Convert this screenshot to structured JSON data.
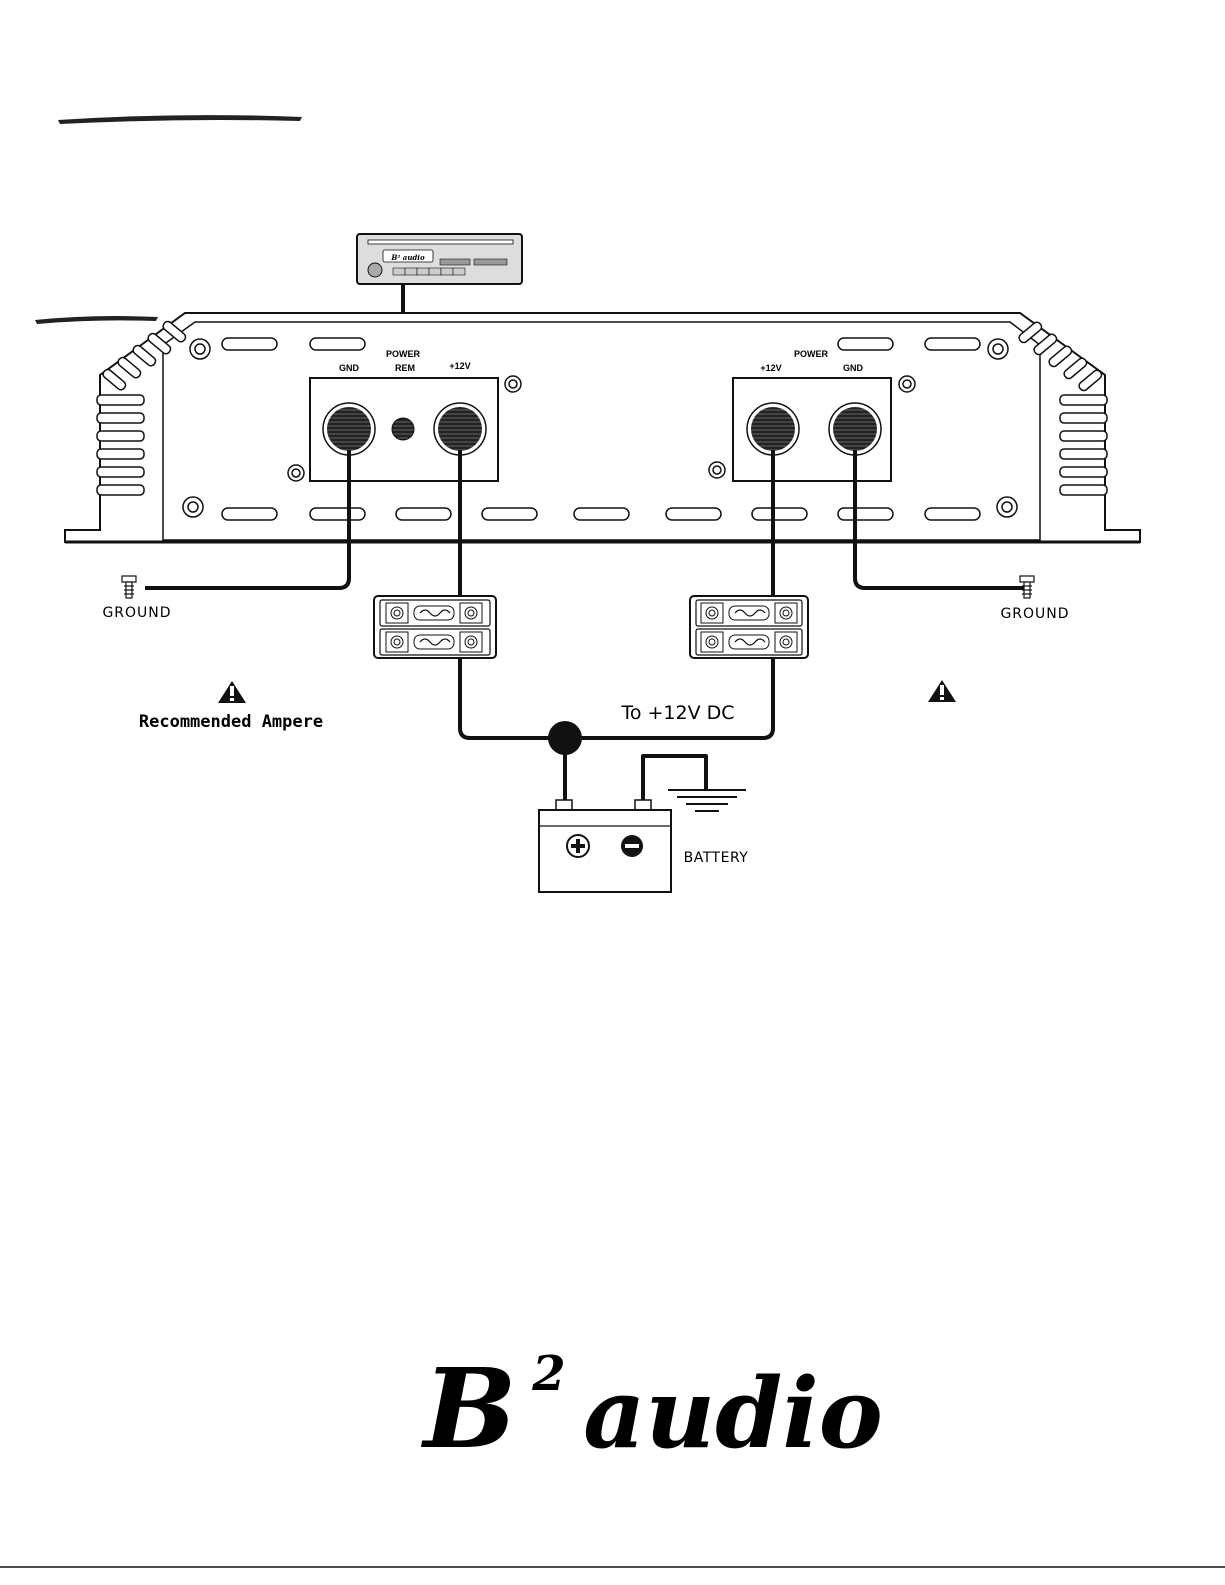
{
  "head_unit": {
    "brand": "B² audio"
  },
  "amp_left": {
    "power_label": "POWER",
    "gnd_label": "GND",
    "rem_label": "REM",
    "plus12_label": "+12V"
  },
  "amp_right": {
    "power_label": "POWER",
    "plus12_label": "+12V",
    "gnd_label": "GND"
  },
  "labels": {
    "ground_left": "GROUND",
    "ground_right": "GROUND",
    "to_dc": "To +12V DC",
    "battery": "BATTERY",
    "recommended": "Recommended Ampere"
  },
  "logo": {
    "main": "B",
    "sup": "2",
    "word": "audio"
  },
  "icons": [
    "warning-icon",
    "plus-terminal-icon",
    "minus-terminal-icon",
    "ground-symbol-icon",
    "fuse-holder-icon"
  ]
}
